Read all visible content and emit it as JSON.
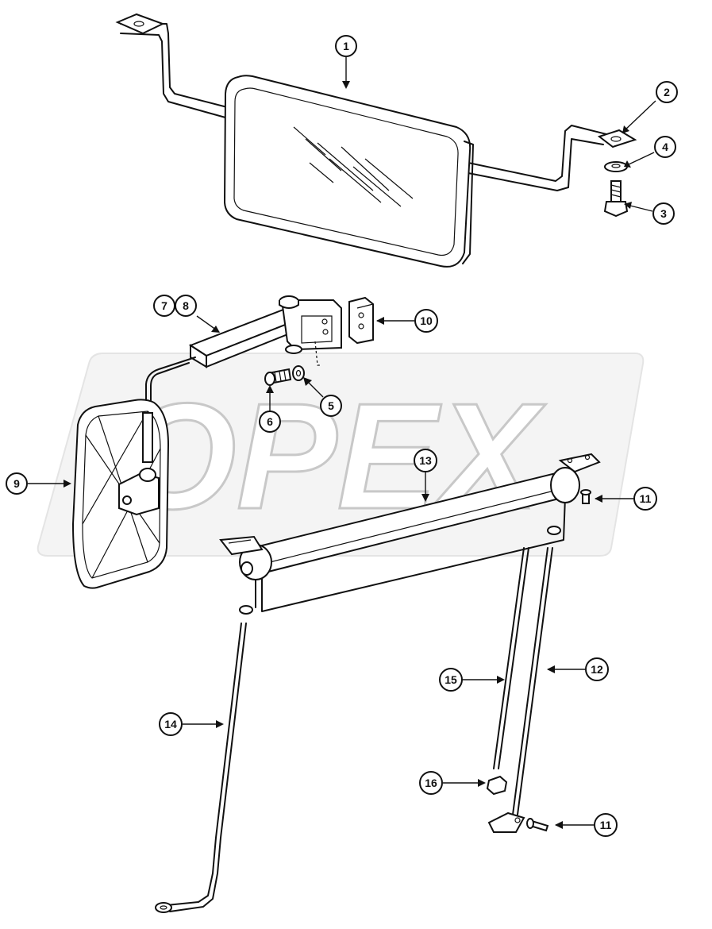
{
  "watermark": {
    "text": "OPEX"
  },
  "colors": {
    "line": "#111111",
    "background": "#ffffff",
    "watermark": "#cfcfcf"
  },
  "callouts": [
    {
      "id": "1",
      "label": "1"
    },
    {
      "id": "2",
      "label": "2"
    },
    {
      "id": "3",
      "label": "3"
    },
    {
      "id": "4",
      "label": "4"
    },
    {
      "id": "5",
      "label": "5"
    },
    {
      "id": "6",
      "label": "6"
    },
    {
      "id": "7",
      "label": "7"
    },
    {
      "id": "8",
      "label": "8"
    },
    {
      "id": "9",
      "label": "9"
    },
    {
      "id": "10",
      "label": "10"
    },
    {
      "id": "11a",
      "label": "11"
    },
    {
      "id": "11b",
      "label": "11"
    },
    {
      "id": "12",
      "label": "12"
    },
    {
      "id": "13",
      "label": "13"
    },
    {
      "id": "14",
      "label": "14"
    },
    {
      "id": "15",
      "label": "15"
    },
    {
      "id": "16",
      "label": "16"
    }
  ]
}
